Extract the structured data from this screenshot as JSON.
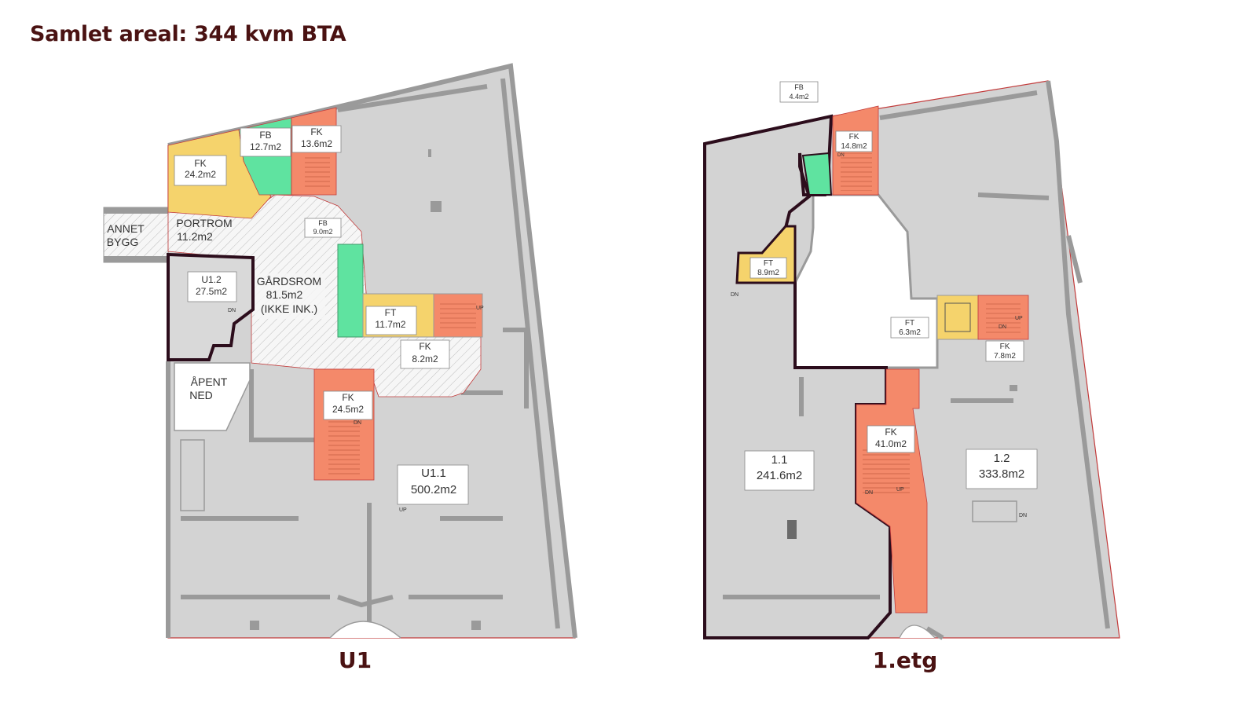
{
  "title": "Samlet areal: 344 kvm BTA",
  "plans": {
    "u1": {
      "label": "U1",
      "rooms": {
        "fk_top_left": {
          "code": "FK",
          "area": "24.2m2"
        },
        "fb_top": {
          "code": "FB",
          "area": "12.7m2"
        },
        "fk_top": {
          "code": "FK",
          "area": "13.6m2"
        },
        "annet_bygg": {
          "line1": "ANNET",
          "line2": "BYGG"
        },
        "portrom": {
          "code": "PORTROM",
          "area": "11.2m2"
        },
        "fb_mid": {
          "code": "FB",
          "area": "9.0m2"
        },
        "u12": {
          "code": "U1.2",
          "area": "27.5m2"
        },
        "gardsrom": {
          "code": "GÅRDSROM",
          "area": "81.5m2",
          "note": "(IKKE INK.)"
        },
        "ft": {
          "code": "FT",
          "area": "11.7m2"
        },
        "fk_small": {
          "code": "FK",
          "area": "8.2m2"
        },
        "apent_ned": {
          "line1": "ÅPENT",
          "line2": "NED"
        },
        "fk_stair": {
          "code": "FK",
          "area": "24.5m2"
        },
        "u11": {
          "code": "U1.1",
          "area": "500.2m2"
        }
      },
      "marks": {
        "up1": "UP",
        "dn1": "DN",
        "up2": "UP",
        "dn2": "DN"
      }
    },
    "etg1": {
      "label": "1.etg",
      "rooms": {
        "fb": {
          "code": "FB",
          "area": "4.4m2"
        },
        "fk_top": {
          "code": "FK",
          "area": "14.8m2"
        },
        "ft_left": {
          "code": "FT",
          "area": "8.9m2"
        },
        "ft_right": {
          "code": "FT",
          "area": "6.3m2"
        },
        "fk_right": {
          "code": "FK",
          "area": "7.8m2"
        },
        "fk_stair": {
          "code": "FK",
          "area": "41.0m2"
        },
        "unit11": {
          "code": "1.1",
          "area": "241.6m2"
        },
        "unit12": {
          "code": "1.2",
          "area": "333.8m2"
        }
      },
      "marks": {
        "dn1": "DN",
        "up1": "UP",
        "dn2": "DN",
        "dn3": "DN",
        "up2": "UP",
        "dn4": "DN",
        "dn5": "DN"
      }
    }
  },
  "colors": {
    "title": "#4a1212",
    "floor": "#d3d3d3",
    "wall": "#9a9a9a",
    "outline_red": "#c23b3b",
    "highlight_outline": "#2c0d1c",
    "fk": "#f4896a",
    "fb": "#5fe3a0",
    "ft": "#f5d36c",
    "hatch": "#f2f2f2"
  }
}
